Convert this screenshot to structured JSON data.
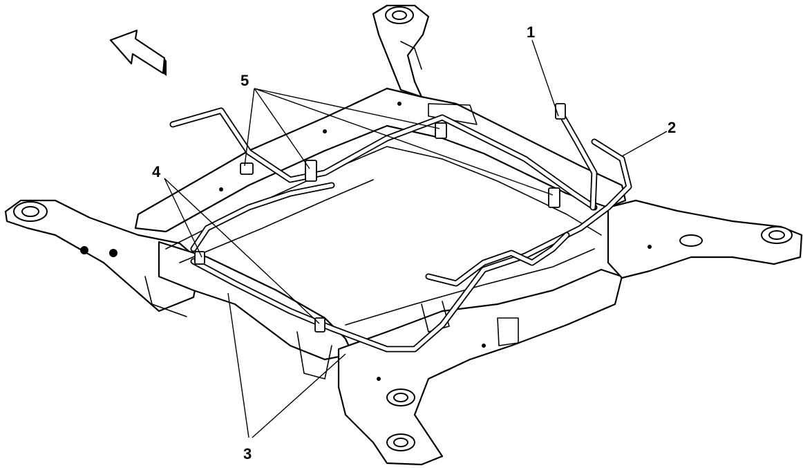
{
  "callouts": [
    {
      "id": "1",
      "label": "1"
    },
    {
      "id": "2",
      "label": "2"
    },
    {
      "id": "3",
      "label": "3"
    },
    {
      "id": "4",
      "label": "4"
    },
    {
      "id": "5",
      "label": "5"
    }
  ],
  "colors": {
    "line": "#000000",
    "background": "#ffffff"
  },
  "icons": {
    "direction_arrow": "forward-direction-arrow-icon"
  }
}
